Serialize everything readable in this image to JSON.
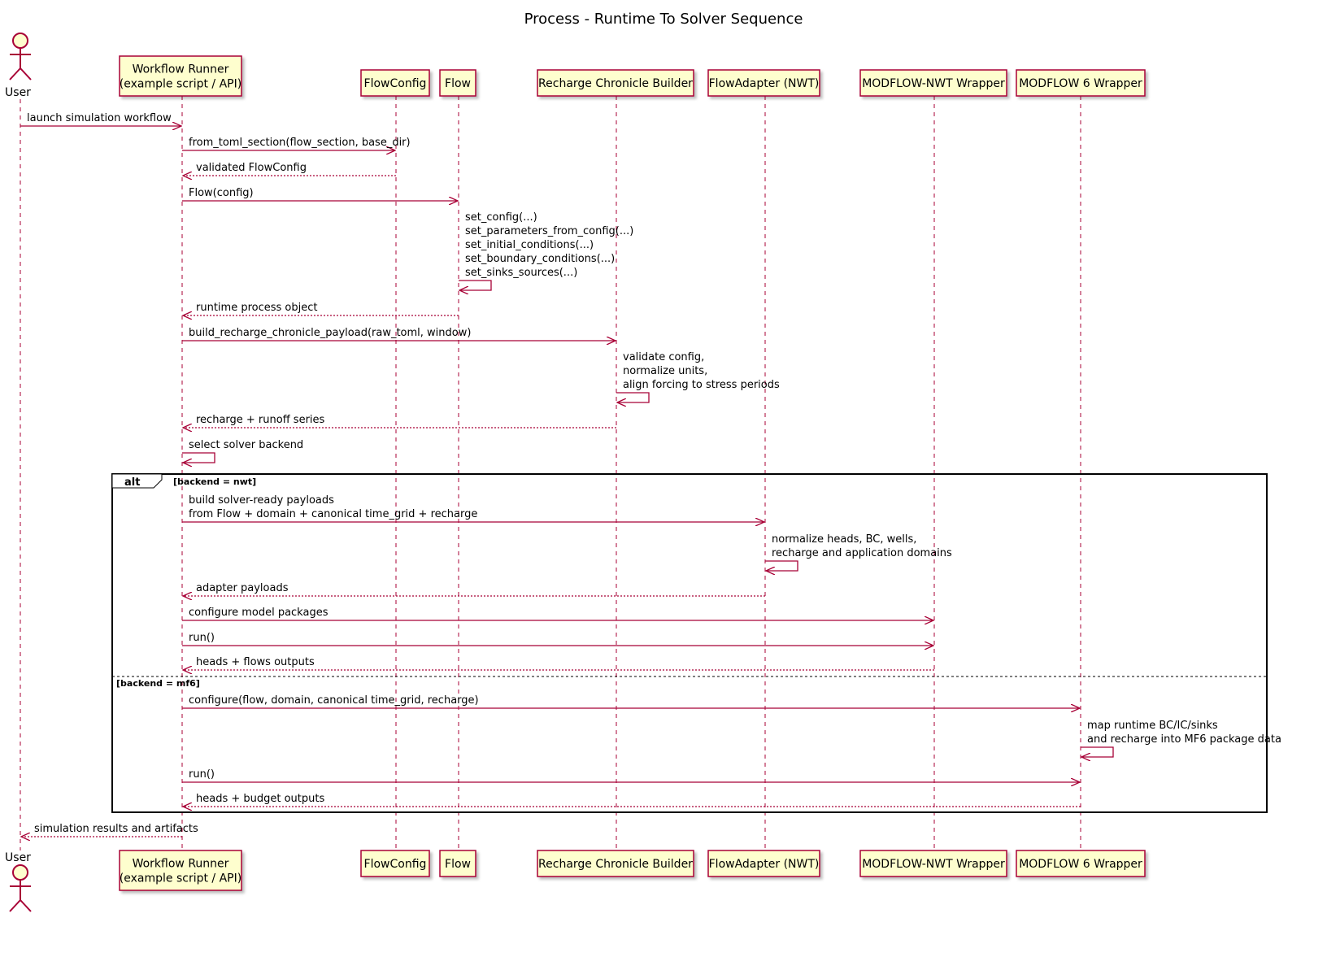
{
  "title": "Process - Runtime To Solver Sequence",
  "colors": {
    "line": "#A80036",
    "participant_fill": "#FEFECE",
    "participant_border": "#A80036",
    "text": "#000000"
  },
  "participants": [
    {
      "id": "user",
      "kind": "actor",
      "lines": [
        "User"
      ]
    },
    {
      "id": "runner",
      "kind": "box",
      "lines": [
        "Workflow Runner",
        "(example script / API)"
      ]
    },
    {
      "id": "flowconfig",
      "kind": "box",
      "lines": [
        "FlowConfig"
      ]
    },
    {
      "id": "flow",
      "kind": "box",
      "lines": [
        "Flow"
      ]
    },
    {
      "id": "recharge",
      "kind": "box",
      "lines": [
        "Recharge Chronicle Builder"
      ]
    },
    {
      "id": "adapter",
      "kind": "box",
      "lines": [
        "FlowAdapter (NWT)"
      ]
    },
    {
      "id": "nwt",
      "kind": "box",
      "lines": [
        "MODFLOW-NWT Wrapper"
      ]
    },
    {
      "id": "mf6",
      "kind": "box",
      "lines": [
        "MODFLOW 6 Wrapper"
      ]
    }
  ],
  "messages": [
    {
      "from": "user",
      "to": "runner",
      "lines": [
        "launch simulation workflow"
      ],
      "style": "solid"
    },
    {
      "from": "runner",
      "to": "flowconfig",
      "lines": [
        "from_toml_section(flow_section, base_dir)"
      ],
      "style": "solid"
    },
    {
      "from": "flowconfig",
      "to": "runner",
      "lines": [
        "validated FlowConfig"
      ],
      "style": "dashed"
    },
    {
      "from": "runner",
      "to": "flow",
      "lines": [
        "Flow(config)"
      ],
      "style": "solid"
    },
    {
      "from": "flow",
      "to": "flow",
      "lines": [
        "set_config(...)",
        "set_parameters_from_config(...)",
        "set_initial_conditions(...)",
        "set_boundary_conditions(...)",
        "set_sinks_sources(...)"
      ],
      "style": "self"
    },
    {
      "from": "flow",
      "to": "runner",
      "lines": [
        "runtime process object"
      ],
      "style": "dashed"
    },
    {
      "from": "runner",
      "to": "recharge",
      "lines": [
        "build_recharge_chronicle_payload(raw_toml, window)"
      ],
      "style": "solid"
    },
    {
      "from": "recharge",
      "to": "recharge",
      "lines": [
        "validate config,",
        "normalize units,",
        "align forcing to stress periods"
      ],
      "style": "self"
    },
    {
      "from": "recharge",
      "to": "runner",
      "lines": [
        "recharge + runoff series"
      ],
      "style": "dashed"
    },
    {
      "from": "runner",
      "to": "runner",
      "lines": [
        "select solver backend"
      ],
      "style": "self"
    },
    {
      "from": "runner",
      "to": "adapter",
      "lines": [
        "build solver-ready payloads",
        "from Flow + domain + canonical time_grid + recharge"
      ],
      "style": "solid"
    },
    {
      "from": "adapter",
      "to": "adapter",
      "lines": [
        "normalize heads, BC, wells,",
        "recharge and application domains"
      ],
      "style": "self"
    },
    {
      "from": "adapter",
      "to": "runner",
      "lines": [
        "adapter payloads"
      ],
      "style": "dashed"
    },
    {
      "from": "runner",
      "to": "nwt",
      "lines": [
        "configure model packages"
      ],
      "style": "solid"
    },
    {
      "from": "runner",
      "to": "nwt",
      "lines": [
        "run()"
      ],
      "style": "solid"
    },
    {
      "from": "nwt",
      "to": "runner",
      "lines": [
        "heads + flows outputs"
      ],
      "style": "dashed"
    },
    {
      "from": "runner",
      "to": "mf6",
      "lines": [
        "configure(flow, domain, canonical time_grid, recharge)"
      ],
      "style": "solid"
    },
    {
      "from": "mf6",
      "to": "mf6",
      "lines": [
        "map runtime BC/IC/sinks",
        "and recharge into MF6 package data"
      ],
      "style": "self"
    },
    {
      "from": "runner",
      "to": "mf6",
      "lines": [
        "run()"
      ],
      "style": "solid"
    },
    {
      "from": "mf6",
      "to": "runner",
      "lines": [
        "heads + budget outputs"
      ],
      "style": "dashed"
    },
    {
      "from": "runner",
      "to": "user",
      "lines": [
        "simulation results and artifacts"
      ],
      "style": "dashed"
    }
  ],
  "fragment": {
    "keyword": "alt",
    "sections": [
      "[backend = nwt]",
      "[backend = mf6]"
    ]
  }
}
